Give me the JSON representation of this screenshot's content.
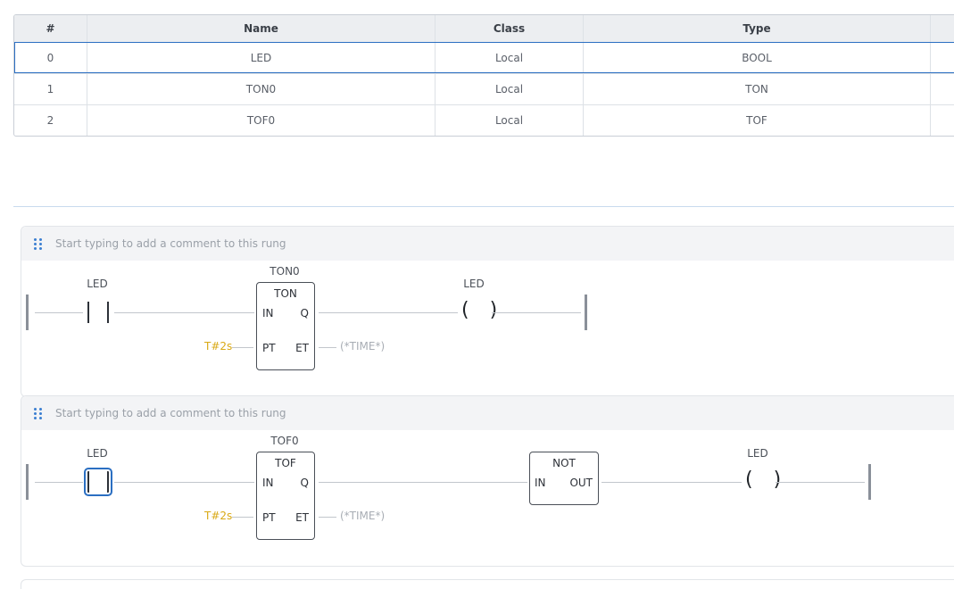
{
  "variables": {
    "headers": [
      "#",
      "Name",
      "Class",
      "Type"
    ],
    "rows": [
      {
        "num": "0",
        "name": "LED",
        "class": "Local",
        "type": "BOOL"
      },
      {
        "num": "1",
        "name": "TON0",
        "class": "Local",
        "type": "TON"
      },
      {
        "num": "2",
        "name": "TOF0",
        "class": "Local",
        "type": "TOF"
      }
    ]
  },
  "rungs": [
    {
      "comment_placeholder": "Start typing to add a comment to this rung",
      "contact_var": "LED",
      "block_instance": "TON0",
      "block_type": "TON",
      "pins": {
        "in": "IN",
        "q": "Q",
        "pt": "PT",
        "et": "ET"
      },
      "pt_value": "T#2s",
      "et_value": "(*TIME*)",
      "coil_var": "LED",
      "coil_symbol": "( )"
    },
    {
      "comment_placeholder": "Start typing to add a comment to this rung",
      "contact_var": "LED",
      "block_instance": "TOF0",
      "block_type": "TOF",
      "pins": {
        "in": "IN",
        "q": "Q",
        "pt": "PT",
        "et": "ET"
      },
      "pt_value": "T#2s",
      "et_value": "(*TIME*)",
      "not_block": {
        "type": "NOT",
        "in": "IN",
        "out": "OUT"
      },
      "coil_var": "LED",
      "coil_symbol": "( )"
    }
  ]
}
